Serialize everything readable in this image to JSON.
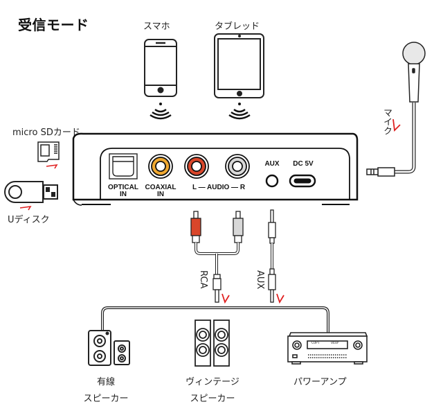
{
  "title": "受信モード",
  "sources": {
    "smartphone": "スマホ",
    "tablet": "タブレッド",
    "microsd": "micro SDカード",
    "udisk": "Uディスク",
    "mic": "マイク"
  },
  "device": {
    "ports": {
      "optical": [
        "OPTICAL",
        "IN"
      ],
      "coaxial": [
        "COAXIAL",
        "IN"
      ],
      "audio": "L — AUDIO — R",
      "aux": "AUX",
      "dc": "DC 5V"
    }
  },
  "cables": {
    "rca": "RCA",
    "aux": "AUX"
  },
  "outputs": {
    "wired_speaker": [
      "有線",
      "スピーカー"
    ],
    "vintage_speaker": [
      "ヴィンテージ",
      "スピーカー"
    ],
    "power_amp": "パワーアンプ",
    "amp_display": [
      "COPT",
      "VEOF"
    ]
  },
  "colors": {
    "coaxial": "#f0a830",
    "left": "#d9462a",
    "right": "#cccccc",
    "arrow": "#e02020",
    "line": "#222222"
  }
}
